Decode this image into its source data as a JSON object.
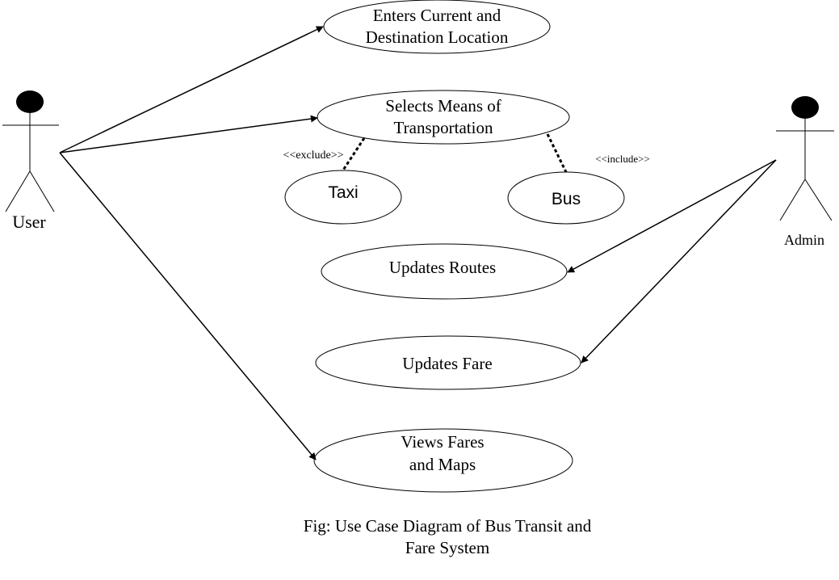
{
  "actors": {
    "user": "User",
    "admin": "Admin"
  },
  "use_cases": {
    "enter_location": [
      "Enters Current and",
      "Destination Location"
    ],
    "select_transport": [
      "Selects Means of",
      "Transportation"
    ],
    "taxi": "Taxi",
    "bus": "Bus",
    "update_routes": "Updates Routes",
    "update_fare": "Updates Fare",
    "view_fares_maps": [
      "Views Fares",
      "and Maps"
    ]
  },
  "stereotypes": {
    "exclude": "<<exclude>>",
    "include": "<<include>>"
  },
  "caption": [
    "Fig: Use Case Diagram of Bus Transit and",
    "Fare System"
  ]
}
